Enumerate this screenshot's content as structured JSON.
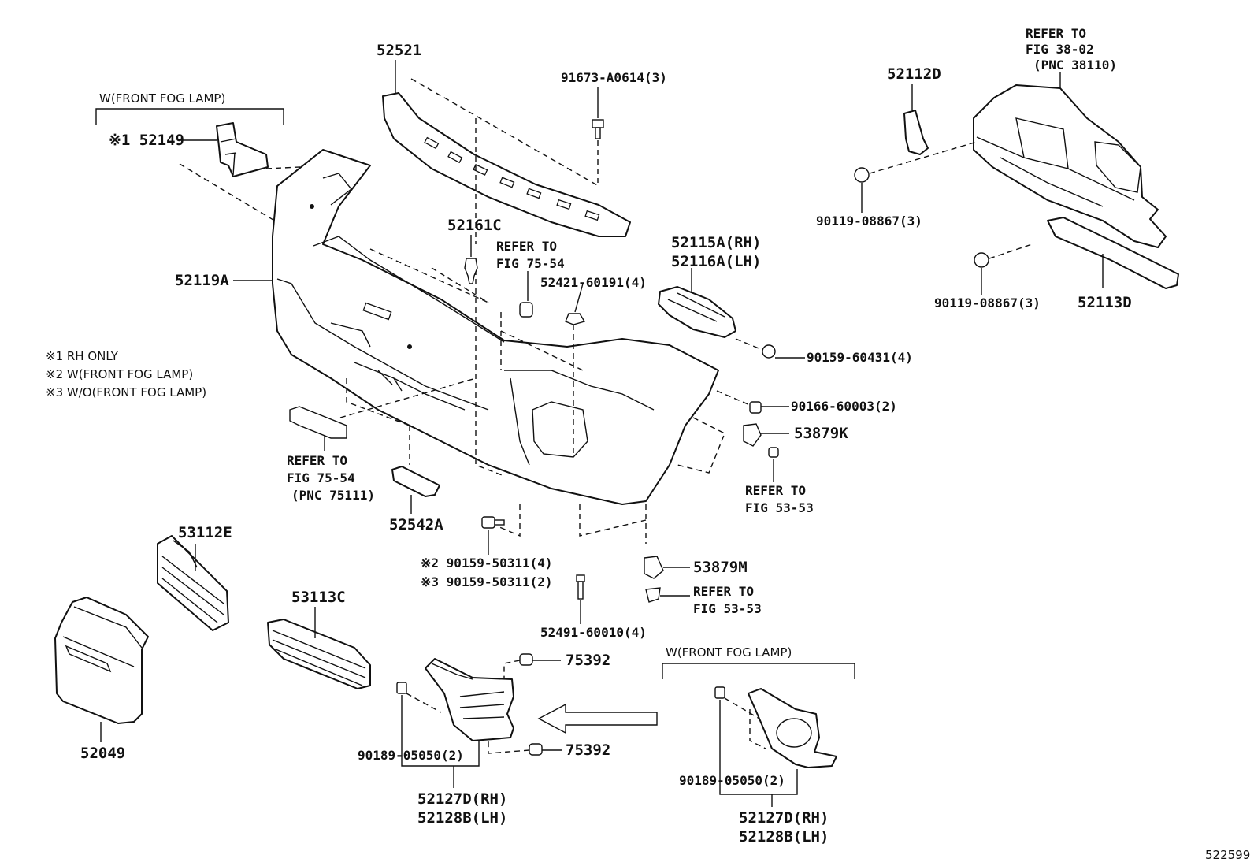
{
  "diagram_id": "522599",
  "notes": {
    "note1": "※1 RH ONLY",
    "note2": "※2 W(FRONT FOG LAMP)",
    "note3": "※3 W/O(FRONT FOG LAMP)"
  },
  "groups": {
    "fog_top": "W(FRONT FOG LAMP)",
    "fog_bottom": "W(FRONT FOG LAMP)"
  },
  "labels": {
    "p52521": "52521",
    "p91673": "91673-A0614(3)",
    "p52149": "※1 52149",
    "p52119A": "52119A",
    "p52161C": "52161C",
    "ref_75_54_top_a": "REFER TO",
    "ref_75_54_top_b": "FIG 75-54",
    "p52421": "52421-60191(4)",
    "p52115A": "52115A(RH)",
    "p52116A": "52116A(LH)",
    "p52112D": "52112D",
    "ref_38_a": "REFER TO",
    "ref_38_b": "FIG 38-02",
    "ref_38_c": "(PNC 38110)",
    "p90119_a": "90119-08867(3)",
    "p90119_b": "90119-08867(3)",
    "p52113D": "52113D",
    "p90159_60431": "90159-60431(4)",
    "p90166": "90166-60003(2)",
    "p53879K": "53879K",
    "ref_53_a1": "REFER TO",
    "ref_53_a2": "FIG 53-53",
    "ref_75_54_low_a": "REFER TO",
    "ref_75_54_low_b": "FIG 75-54",
    "ref_75_54_low_c": "(PNC 75111)",
    "p52542A": "52542A",
    "p53112E": "53112E",
    "p53113C": "53113C",
    "p90159_50311_a": "※2 90159-50311(4)",
    "p90159_50311_b": "※3 90159-50311(2)",
    "p52491": "52491-60010(4)",
    "p53879M": "53879M",
    "ref_53_b1": "REFER TO",
    "ref_53_b2": "FIG 53-53",
    "p75392_a": "75392",
    "p75392_b": "75392",
    "p52049": "52049",
    "p90189_a": "90189-05050(2)",
    "p90189_b": "90189-05050(2)",
    "p52127D_a": "52127D(RH)",
    "p52128B_a": "52128B(LH)",
    "p52127D_b": "52127D(RH)",
    "p52128B_b": "52128B(LH)"
  }
}
